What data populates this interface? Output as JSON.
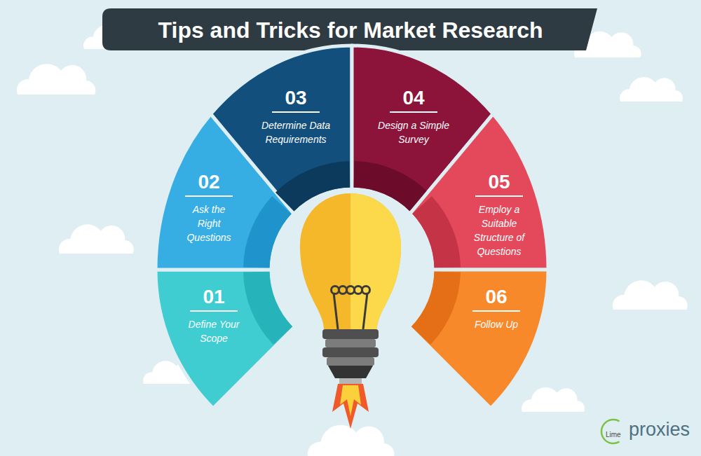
{
  "diagram": {
    "title": "Tips and Tricks for Market Research",
    "nodes": [
      {
        "text": [
          "01",
          "Define Your Scope"
        ]
      },
      {
        "text": [
          "02",
          "Ask the Right Questions"
        ]
      },
      {
        "text": [
          "03",
          "Determine Data Requirements"
        ]
      },
      {
        "text": [
          "04",
          "Design a Simple Survey"
        ]
      },
      {
        "text": [
          "05",
          "Employ a Suitable Structure of Questions"
        ]
      },
      {
        "text": [
          "06",
          "Follow Up"
        ]
      }
    ],
    "labels": [
      "Lime",
      "proxies"
    ]
  }
}
